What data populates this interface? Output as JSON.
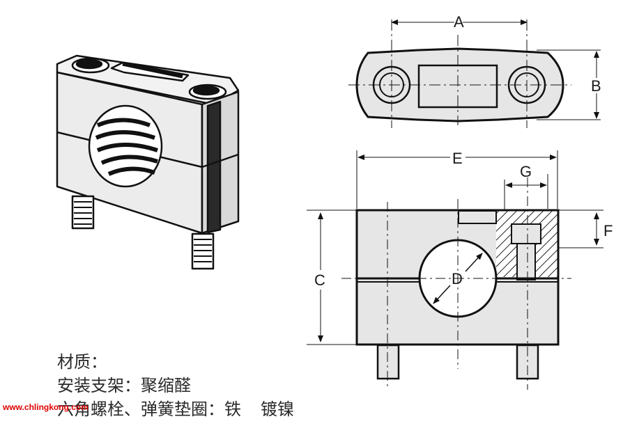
{
  "dimensions": {
    "A": "A",
    "B": "B",
    "C": "C",
    "D": "D",
    "E": "E",
    "F": "F",
    "G": "G"
  },
  "notes": {
    "line1": "材质：",
    "line2": "安装支架：聚缩醛",
    "line3_part1": "六角螺栓、弹簧垫圈：铁",
    "line3_part2": "镀镍"
  },
  "watermark": "www.chlingkong.com",
  "colors": {
    "body_fill": "#e6e6e6",
    "outline": "#111111",
    "watermark": "#e00000"
  }
}
